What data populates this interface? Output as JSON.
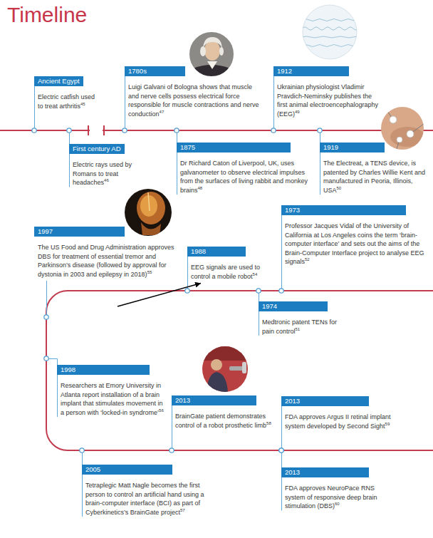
{
  "diagram": {
    "title": "Timeline",
    "nodes": [
      {
        "text": [
          "Ancient Egypt",
          "Electric catfish used to treat arthritis",
          "45"
        ]
      },
      {
        "text": [
          "First century AD",
          "Electric rays used by Romans to treat headaches",
          "46"
        ]
      },
      {
        "text": [
          "1780s",
          "Luigi Galvani of Bologna shows that muscle and nerve cells possess electrical force responsible for muscle contractions and nerve conduction",
          "47"
        ]
      },
      {
        "text": [
          "1875",
          "Dr Richard Caton of Liverpool, UK, uses galvanometer to observe electrical impulses from the surfaces of living rabbit and monkey brains",
          "48"
        ]
      },
      {
        "text": [
          "1912",
          "Ukrainian physiologist Vladimir Pravdich-Neminsky publishes the first animal electroencephalography (EEG)",
          "49"
        ]
      },
      {
        "text": [
          "1919",
          "The Electreat, a TENS device, is patented by Charles Willie Kent and manufactured in Peoria, Illinois, USA",
          "50"
        ]
      },
      {
        "text": [
          "1973",
          "Professor Jacques Vidal of the University of California at Los Angeles coins the term ‘brain-computer interface’ and sets out the aims of the Brain-Computer Interface project to analyse EEG signals",
          "52"
        ]
      },
      {
        "text": [
          "1974",
          "Medtronic patent TENs for pain control",
          "51"
        ]
      },
      {
        "text": [
          "1988",
          "EEG signals are used to control a mobile robot",
          "54"
        ]
      },
      {
        "text": [
          "1997",
          "The US Food and Drug Administration approves DBS for treatment of essential tremor and Parkinson’s disease (followed by approval for dystonia in 2003 and epilepsy in 2018)",
          "55"
        ]
      },
      {
        "text": [
          "1998",
          "Researchers at Emory University in Atlanta report installation of a brain implant that stimulates movement in a person with ‘locked-in syndrome’",
          "56"
        ]
      },
      {
        "text": [
          "2005",
          "Tetraplegic Matt Nagle becomes the first person to control an artificial hand using a brain-computer interface (BCI) as part of Cyberkinetics’s BrainGate project",
          "57"
        ]
      },
      {
        "text": [
          "2013",
          "BrainGate patient demonstrates control of a robot prosthetic limb",
          "58"
        ]
      },
      {
        "text": [
          "2013",
          "FDA approves Argus II retinal implant system developed by Second Sight",
          "59"
        ]
      },
      {
        "text": [
          "2013",
          "FDA approves NeuroPace RNS system of responsive deep brain stimulation (DBS)",
          "60"
        ]
      }
    ]
  }
}
